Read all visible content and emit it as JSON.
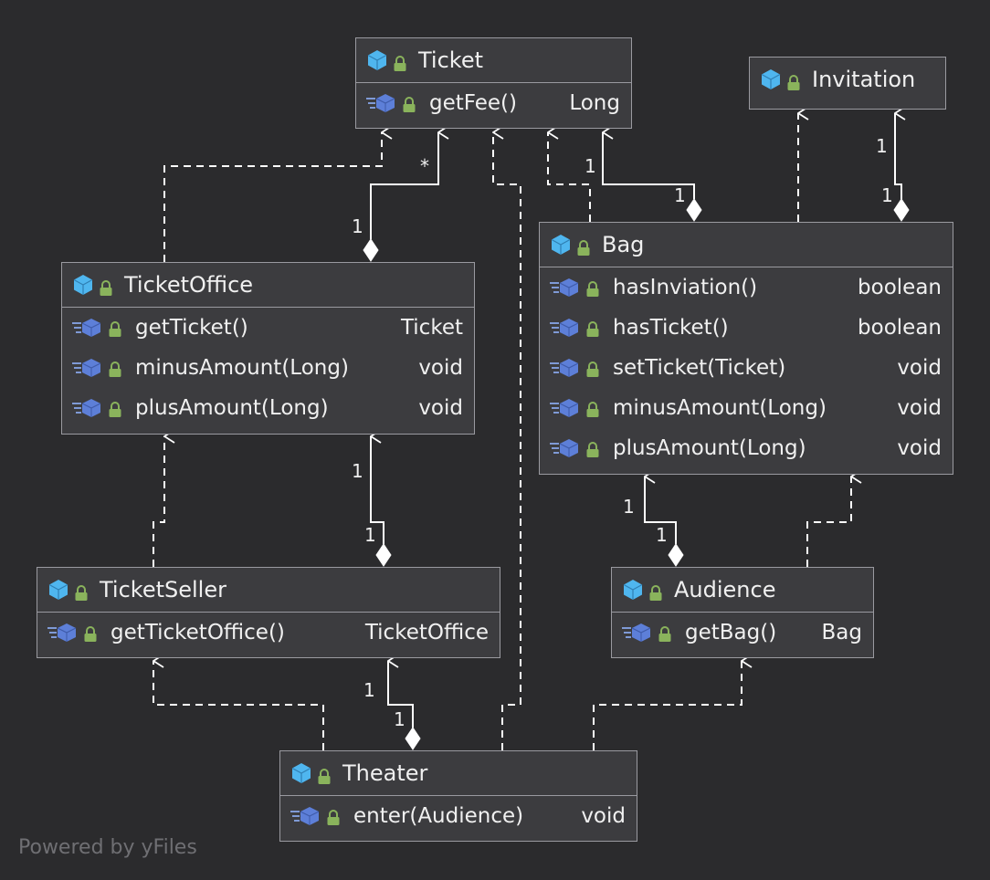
{
  "colors": {
    "background": "#2b2b2d",
    "box_fill": "#3c3c3f",
    "box_border": "#9a9aa0",
    "class_icon": "#4fb6ef",
    "lock_icon": "#8ab35c",
    "text": "#f0f0f0"
  },
  "icons": {
    "class": "class-icon",
    "visibility": "lock-icon",
    "method": "method-icon"
  },
  "classes": {
    "ticket": {
      "name": "Ticket",
      "methods": [
        {
          "name": "getFee()",
          "ret": "Long"
        }
      ]
    },
    "invitation": {
      "name": "Invitation",
      "methods": []
    },
    "ticket_office": {
      "name": "TicketOffice",
      "methods": [
        {
          "name": "getTicket()",
          "ret": "Ticket"
        },
        {
          "name": "minusAmount(Long)",
          "ret": "void"
        },
        {
          "name": "plusAmount(Long)",
          "ret": "void"
        }
      ]
    },
    "bag": {
      "name": "Bag",
      "methods": [
        {
          "name": "hasInviation()",
          "ret": "boolean"
        },
        {
          "name": "hasTicket()",
          "ret": "boolean"
        },
        {
          "name": "setTicket(Ticket)",
          "ret": "void"
        },
        {
          "name": "minusAmount(Long)",
          "ret": "void"
        },
        {
          "name": "plusAmount(Long)",
          "ret": "void"
        }
      ]
    },
    "ticket_seller": {
      "name": "TicketSeller",
      "methods": [
        {
          "name": "getTicketOffice()",
          "ret": "TicketOffice"
        }
      ]
    },
    "audience": {
      "name": "Audience",
      "methods": [
        {
          "name": "getBag()",
          "ret": "Bag"
        }
      ]
    },
    "theater": {
      "name": "Theater",
      "methods": [
        {
          "name": "enter(Audience)",
          "ret": "void"
        }
      ]
    }
  },
  "multiplicities": {
    "office_ticket_target": "*",
    "office_ticket_source": "1",
    "bag_ticket_target": "1",
    "bag_ticket_source": "1",
    "bag_invitation_target": "1",
    "bag_invitation_source": "1",
    "seller_office_target": "1",
    "seller_office_source": "1",
    "audience_bag_target": "1",
    "audience_bag_source": "1",
    "theater_seller_target": "1",
    "theater_seller_source": "1"
  },
  "footer": "Powered by yFiles"
}
